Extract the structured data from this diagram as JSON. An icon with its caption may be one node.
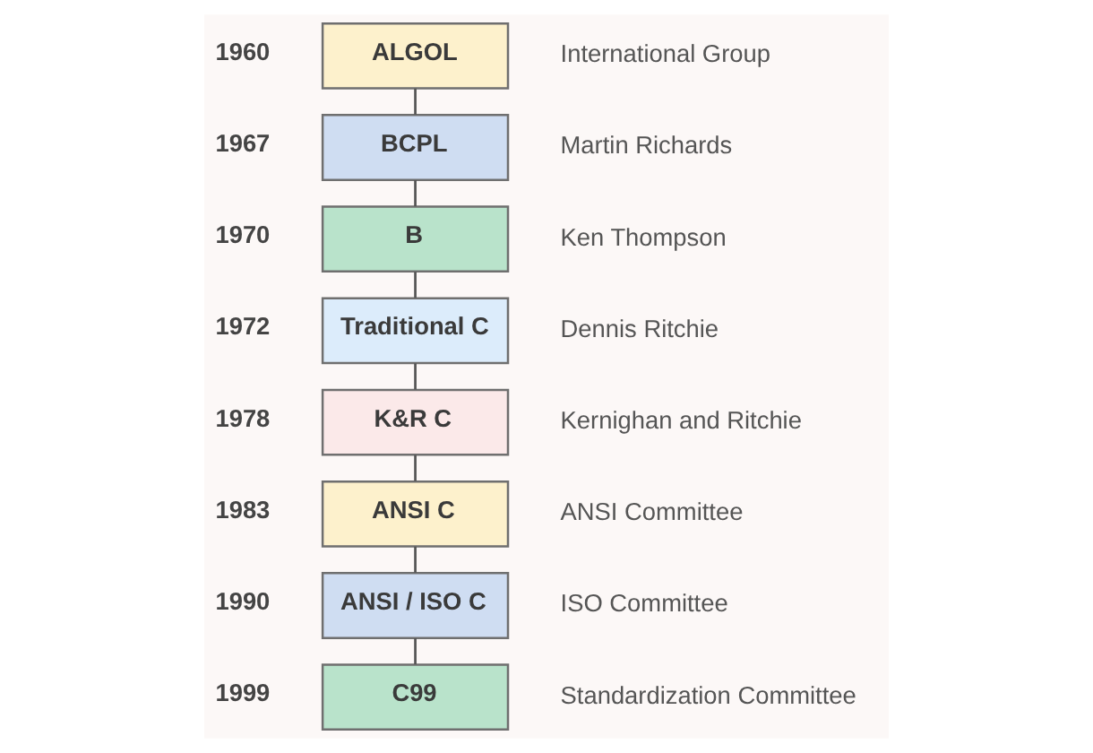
{
  "diagram": {
    "nodes": [
      {
        "text": [
          "ALGOL"
        ],
        "beside": [
          "1960",
          "International Group"
        ]
      },
      {
        "text": [
          "BCPL"
        ],
        "beside": [
          "1967",
          "Martin Richards"
        ]
      },
      {
        "text": [
          "B"
        ],
        "beside": [
          "1970",
          "Ken Thompson"
        ]
      },
      {
        "text": [
          "Traditional C"
        ],
        "beside": [
          "1972",
          "Dennis Ritchie"
        ]
      },
      {
        "text": [
          "K&R C"
        ],
        "beside": [
          "1978",
          "Kernighan and Ritchie"
        ]
      },
      {
        "text": [
          "ANSI C"
        ],
        "beside": [
          "1983",
          "ANSI Committee"
        ]
      },
      {
        "text": [
          "ANSI / ISO C"
        ],
        "beside": [
          "1990",
          "ISO Committee"
        ]
      },
      {
        "text": [
          "C99"
        ],
        "beside": [
          "1999",
          "Standardization Committee"
        ]
      }
    ],
    "edges": [
      {
        "from": 0,
        "to": 1,
        "arrow": "none"
      },
      {
        "from": 1,
        "to": 2,
        "arrow": "none"
      },
      {
        "from": 2,
        "to": 3,
        "arrow": "none"
      },
      {
        "from": 3,
        "to": 4,
        "arrow": "none"
      },
      {
        "from": 4,
        "to": 5,
        "arrow": "none"
      },
      {
        "from": 5,
        "to": 6,
        "arrow": "none"
      },
      {
        "from": 6,
        "to": 7,
        "arrow": "none"
      }
    ]
  }
}
